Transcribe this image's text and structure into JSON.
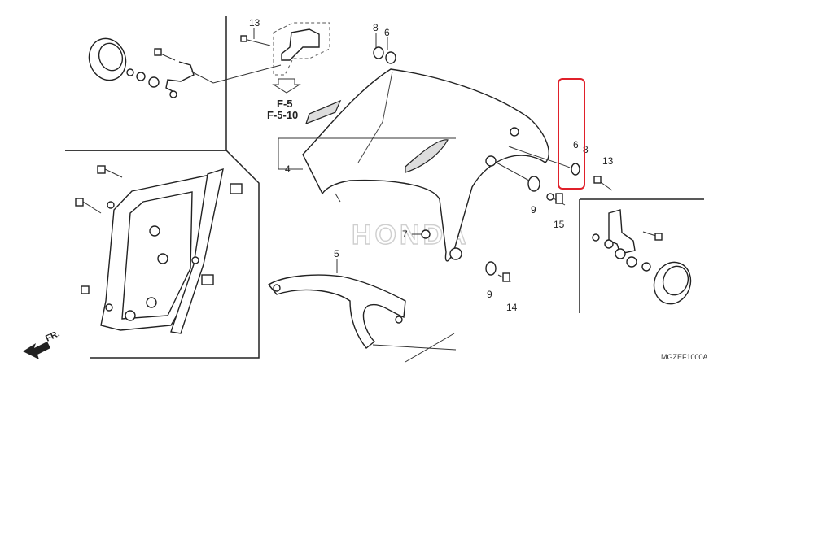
{
  "diagram": {
    "callouts": {
      "c4": "4",
      "c5": "5",
      "c6a": "6",
      "c6b": "6",
      "c7": "7",
      "c8a": "8",
      "c8b": "8",
      "c9a": "9",
      "c9b": "9",
      "c13a": "13",
      "c13b": "13",
      "c14": "14",
      "c15": "15"
    },
    "refs": {
      "ref1": "F-5",
      "ref2": "F-5-10"
    },
    "front_label": "FR.",
    "watermark": "HONDA",
    "diagram_code": "MGZEF1000A",
    "highlight_color": "#e0202a"
  }
}
